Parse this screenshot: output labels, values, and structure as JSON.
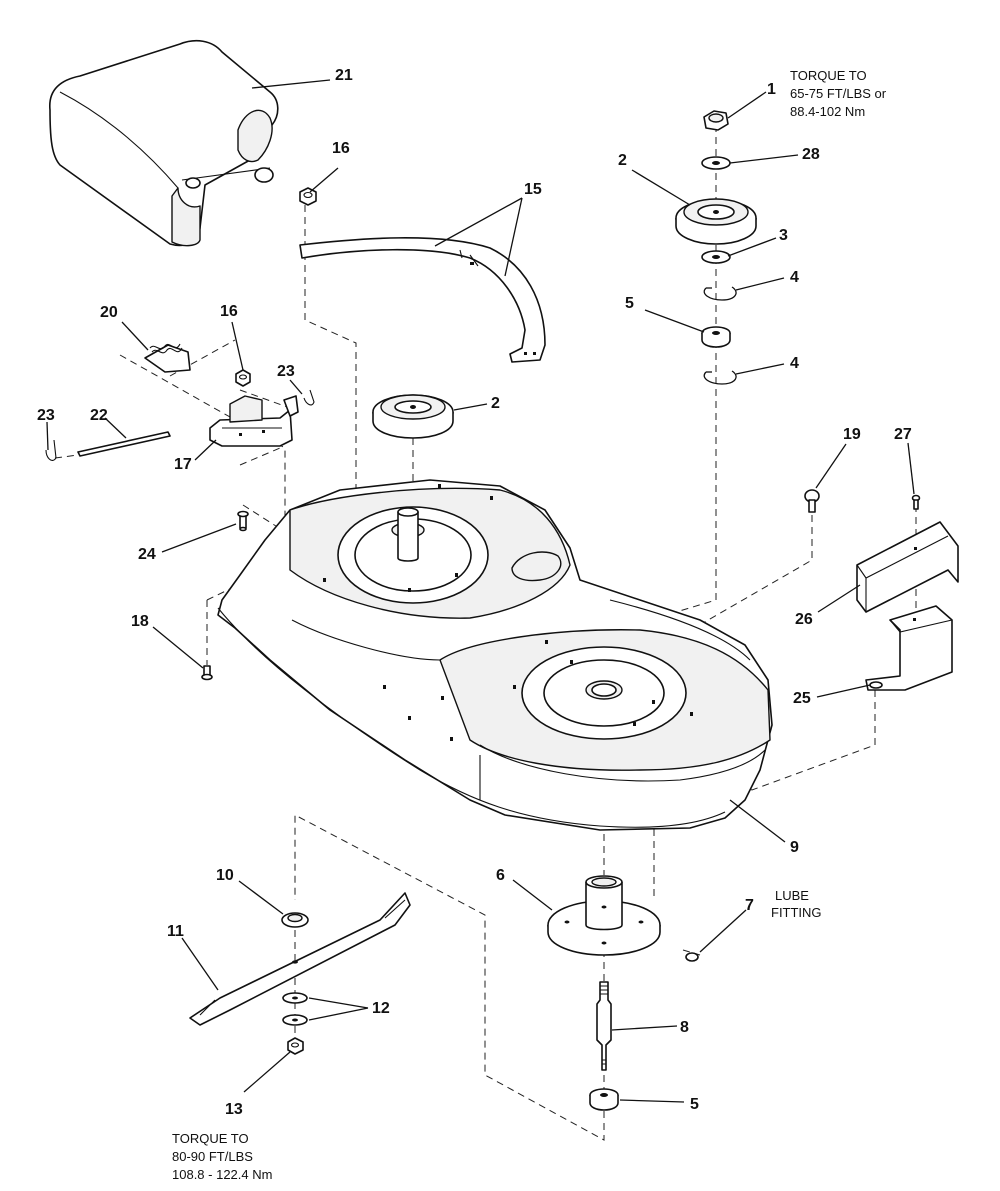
{
  "callouts": [
    {
      "id": "c1",
      "text": "1"
    },
    {
      "id": "c2a",
      "text": "2"
    },
    {
      "id": "c2b",
      "text": "2"
    },
    {
      "id": "c3",
      "text": "3"
    },
    {
      "id": "c4a",
      "text": "4"
    },
    {
      "id": "c4b",
      "text": "4"
    },
    {
      "id": "c5a",
      "text": "5"
    },
    {
      "id": "c5b",
      "text": "5"
    },
    {
      "id": "c6",
      "text": "6"
    },
    {
      "id": "c7",
      "text": "7"
    },
    {
      "id": "c8",
      "text": "8"
    },
    {
      "id": "c9",
      "text": "9"
    },
    {
      "id": "c10",
      "text": "10"
    },
    {
      "id": "c11",
      "text": "11"
    },
    {
      "id": "c12",
      "text": "12"
    },
    {
      "id": "c13",
      "text": "13"
    },
    {
      "id": "c15",
      "text": "15"
    },
    {
      "id": "c16a",
      "text": "16"
    },
    {
      "id": "c16b",
      "text": "16"
    },
    {
      "id": "c17",
      "text": "17"
    },
    {
      "id": "c18",
      "text": "18"
    },
    {
      "id": "c19",
      "text": "19"
    },
    {
      "id": "c20",
      "text": "20"
    },
    {
      "id": "c21",
      "text": "21"
    },
    {
      "id": "c22",
      "text": "22"
    },
    {
      "id": "c23a",
      "text": "23"
    },
    {
      "id": "c23b",
      "text": "23"
    },
    {
      "id": "c24",
      "text": "24"
    },
    {
      "id": "c25",
      "text": "25"
    },
    {
      "id": "c26",
      "text": "26"
    },
    {
      "id": "c27",
      "text": "27"
    },
    {
      "id": "c28",
      "text": "28"
    }
  ],
  "notes": {
    "top_torque": [
      "TORQUE TO",
      "65-75 FT/LBS or",
      "88.4-102 Nm"
    ],
    "lube": [
      "LUBE",
      "FITTING"
    ],
    "bottom_torque": [
      "TORQUE TO",
      "80-90 FT/LBS",
      "108.8 - 122.4 Nm"
    ]
  }
}
